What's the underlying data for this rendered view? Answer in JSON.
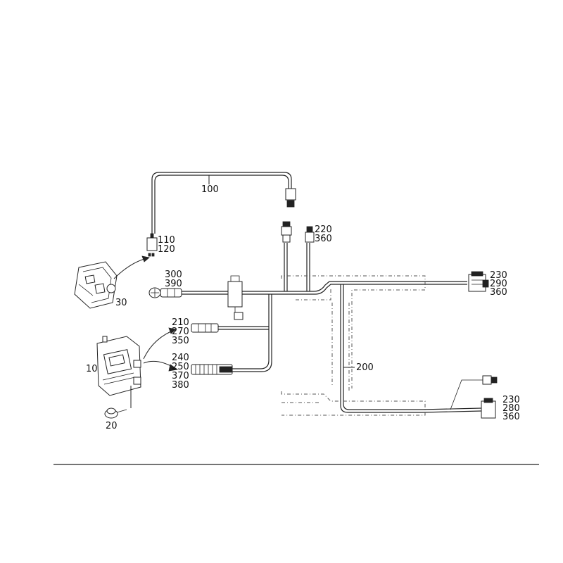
{
  "callouts": {
    "c100": "100",
    "c110": "110",
    "c120": "120",
    "c300": "300",
    "c390": "390",
    "c30": "30",
    "c220": "220",
    "c360a": "360",
    "c210": "210",
    "c270": "270",
    "c350": "350",
    "c240": "240",
    "c250": "250",
    "c370": "370",
    "c380": "380",
    "c10": "10",
    "c20": "20",
    "c200": "200",
    "c230a": "230",
    "c290": "290",
    "c360b": "360",
    "c230b": "230",
    "c280": "280",
    "c360c": "360"
  }
}
